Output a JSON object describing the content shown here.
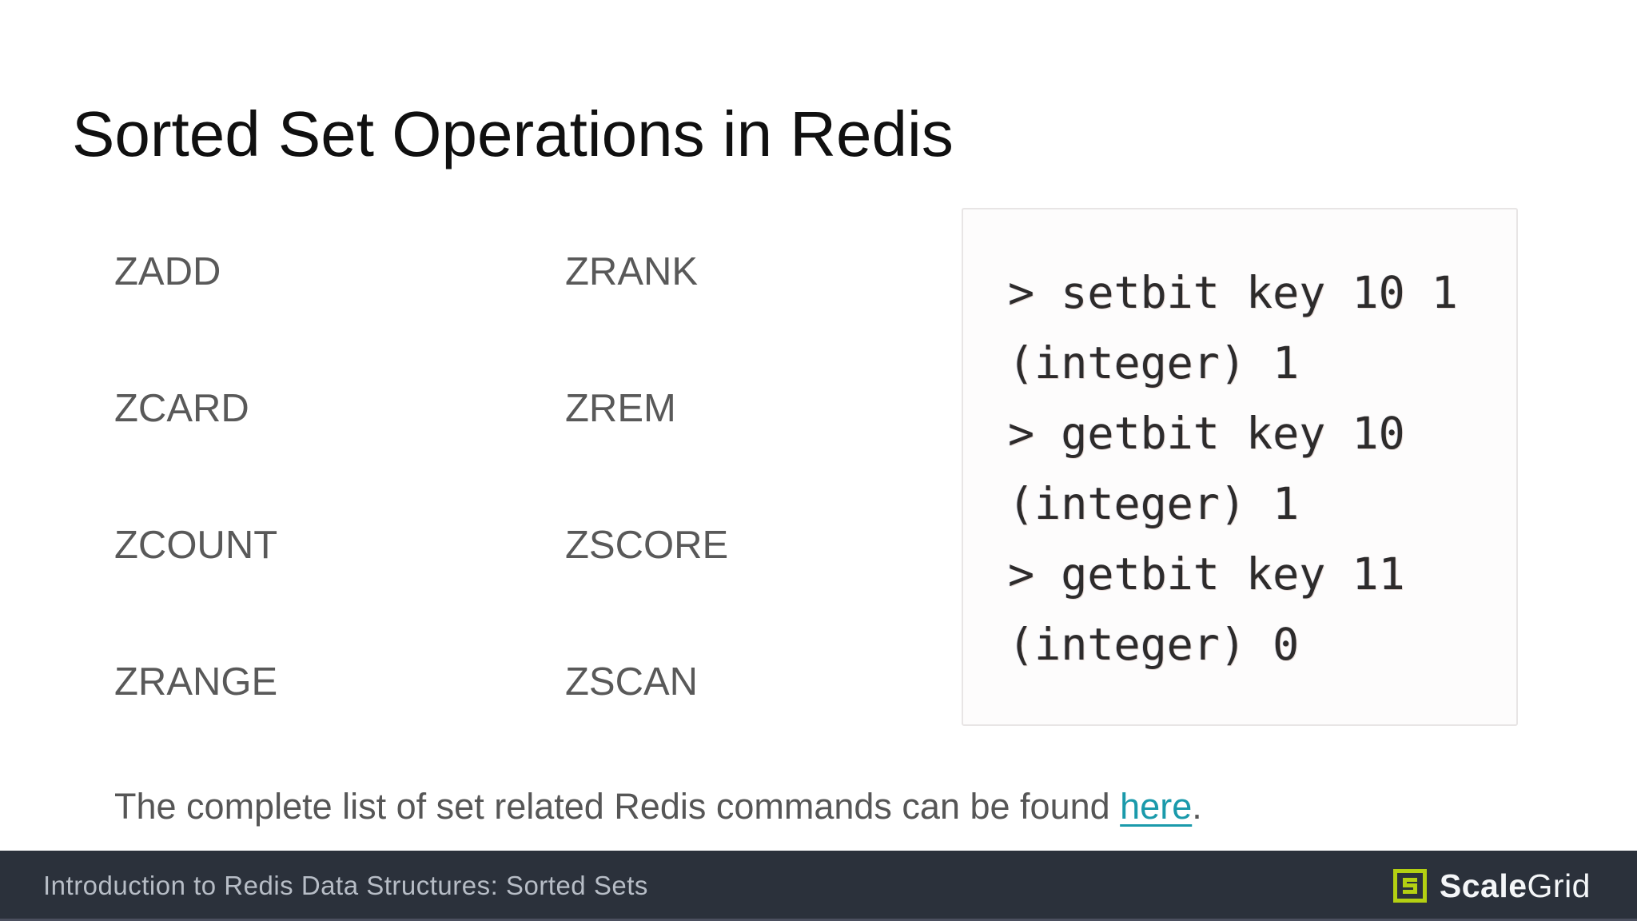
{
  "slide": {
    "title": "Sorted Set Operations in Redis",
    "commands": {
      "left": [
        "ZADD",
        "ZCARD",
        "ZCOUNT",
        "ZRANGE"
      ],
      "right": [
        "ZRANK",
        "ZREM",
        "ZSCORE",
        "ZSCAN"
      ]
    },
    "code_panel": {
      "lines": [
        "> setbit key 10 1",
        "(integer) 1",
        "> getbit key 10",
        "(integer) 1",
        "> getbit key 11",
        "(integer) 0"
      ]
    },
    "note": {
      "prefix": "The complete list of set related Redis commands can be found ",
      "link_text": "here",
      "suffix": "."
    }
  },
  "footer": {
    "caption": "Introduction to Redis Data Structures: Sorted Sets",
    "logo": {
      "icon": "scalegrid-s-icon",
      "bold_part": "Scale",
      "regular_part": "Grid"
    }
  },
  "colors": {
    "title": "#101010",
    "command_text": "#595959",
    "note_text": "#565656",
    "link": "#1a9aab",
    "footer_bg": "#2b313b",
    "footer_text": "#b7bdc6",
    "footer_strip": "#4b4f5e",
    "logo_green": "#b4d012",
    "logo_text": "#f4f6f8",
    "code_bg": "#fdfcfc",
    "code_border": "#e8e5e5",
    "code_text": "#2d2b2b"
  }
}
